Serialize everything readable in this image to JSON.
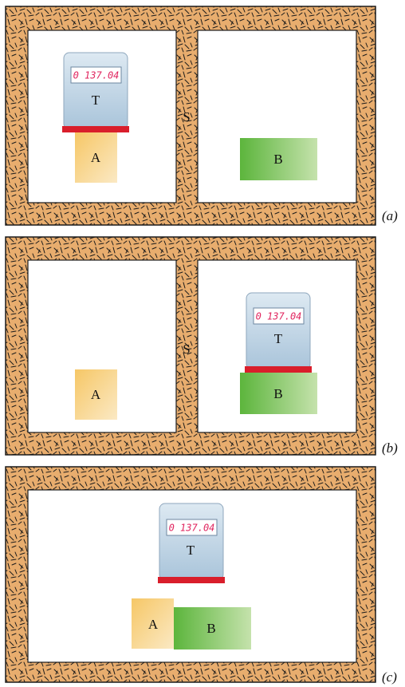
{
  "panels": [
    {
      "id": "a",
      "label": "(a)",
      "thermometer": {
        "label": "T",
        "reading": "0 137.04",
        "on": "A"
      },
      "separator": {
        "label": "S",
        "present": true
      },
      "blocks": [
        {
          "label": "A"
        },
        {
          "label": "B"
        }
      ]
    },
    {
      "id": "b",
      "label": "(b)",
      "thermometer": {
        "label": "T",
        "reading": "0 137.04",
        "on": "B"
      },
      "separator": {
        "label": "S",
        "present": true
      },
      "blocks": [
        {
          "label": "A"
        },
        {
          "label": "B"
        }
      ]
    },
    {
      "id": "c",
      "label": "(c)",
      "thermometer": {
        "label": "T",
        "reading": "0 137.04",
        "on": "A+B"
      },
      "separator": {
        "label": "",
        "present": false
      },
      "blocks": [
        {
          "label": "A"
        },
        {
          "label": "B"
        }
      ]
    }
  ],
  "colors": {
    "wall": "#e8ad6e",
    "wall_texture": "#1a1a1a",
    "interior": "#ffffff",
    "thermometer_body": "#c8dbe9",
    "thermometer_base": "#d91e2b",
    "display_digits": "#e0245e",
    "block_a": "#f7cf7a",
    "block_b": "#6fbf4c"
  }
}
